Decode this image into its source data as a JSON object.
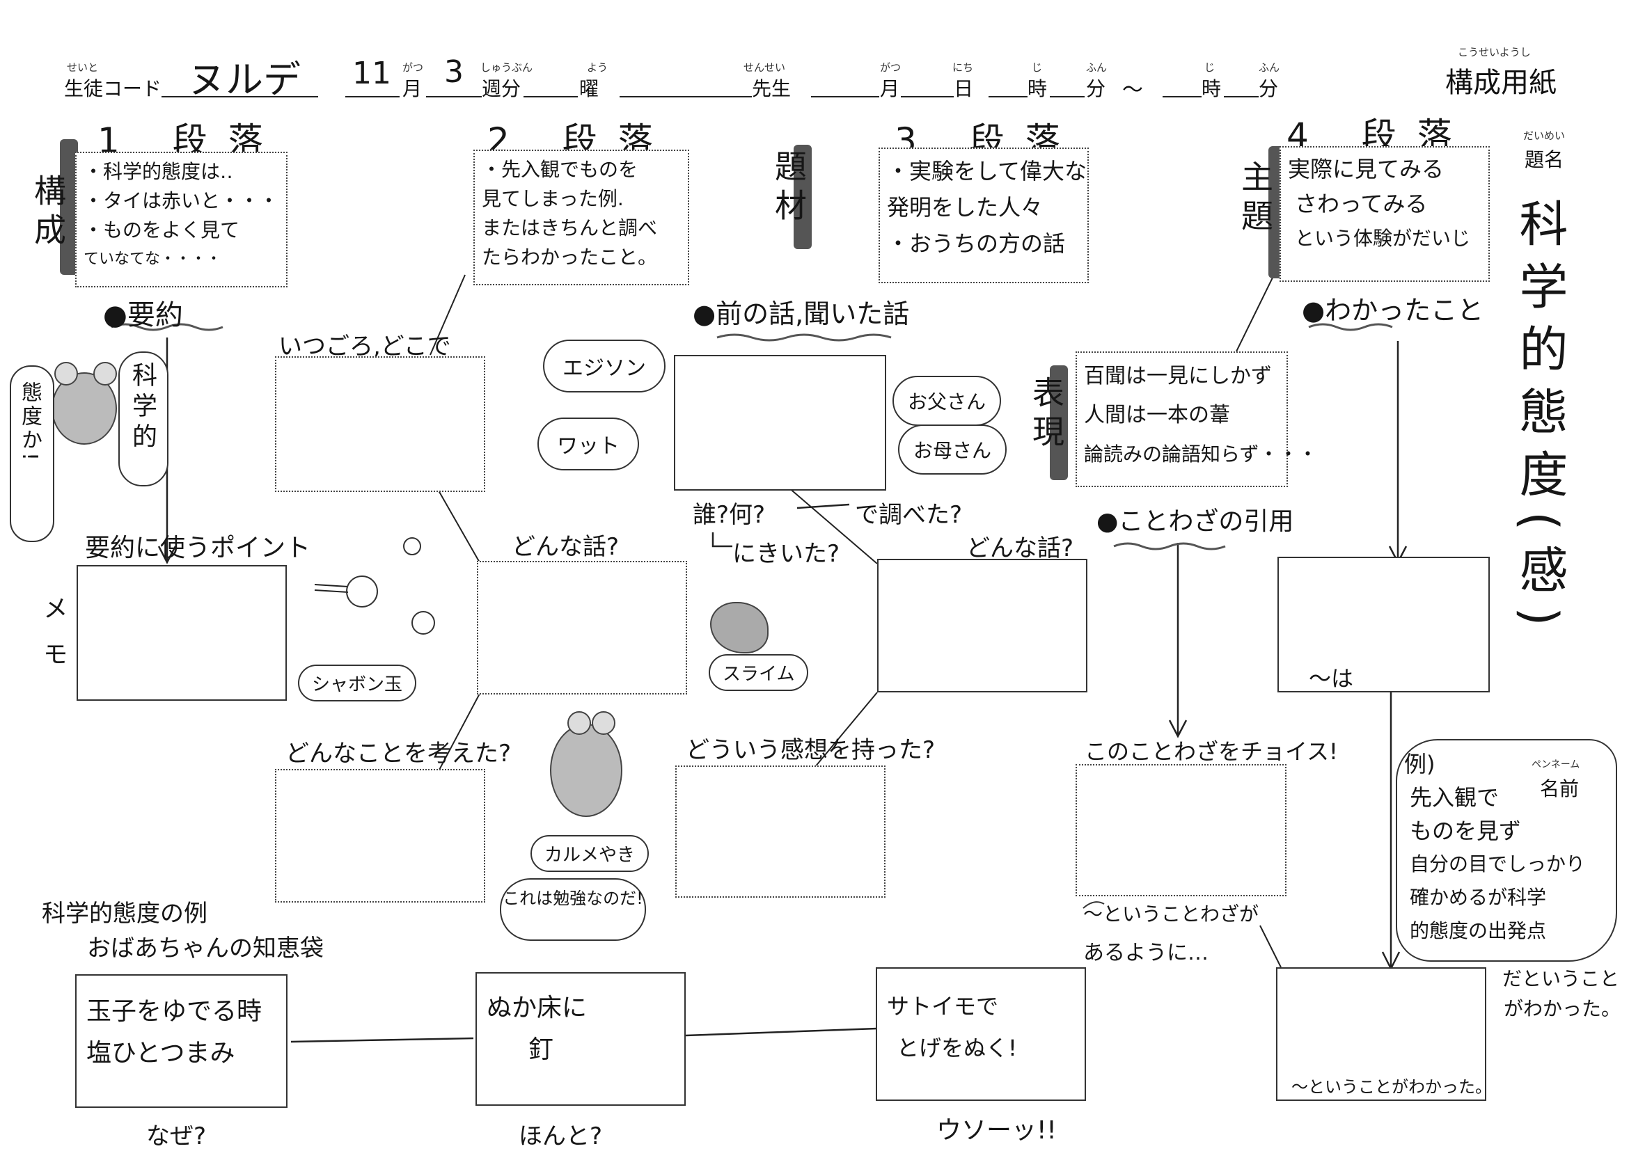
{
  "header": {
    "student_code_ruby": "せいと",
    "student_code_label": "生徒コード",
    "student_code_value": "ヌルデ",
    "month_value": "11",
    "month_ruby": "がつ",
    "month_label": "月",
    "week_value": "3",
    "week_ruby": "しゅうぶん",
    "week_label": "週分",
    "weekday_ruby": "よう",
    "weekday_label": "曜",
    "teacher_ruby": "せんせい",
    "teacher_label": "先生",
    "date_month_ruby": "がつ",
    "date_month_label": "月",
    "date_day_ruby": "にち",
    "date_day_label": "日",
    "hour_ruby": "じ",
    "hour_label": "時",
    "minute_ruby": "ふん",
    "minute_label": "分",
    "tilde": "～",
    "hour2_ruby": "じ",
    "hour2_label": "時",
    "minute2_ruby": "ふん",
    "minute2_label": "分",
    "sheet_title_ruby": "こうせいようし",
    "sheet_title": "構成用紙"
  },
  "title_area": {
    "title_ruby": "だいめい",
    "title_label": "題名",
    "title_text": "科学的態度(感)",
    "pen_name_ruby": "ペンネーム",
    "pen_name_label": "名前"
  },
  "paragraphs": [
    {
      "heading": "1 段落",
      "side_label": "構成",
      "notes": [
        "・科学的態度は‥",
        "・タイは赤いと・・・",
        "・ものをよく見て",
        "ていなてな・・・・"
      ]
    },
    {
      "heading": "2 段落",
      "notes": [
        "・先入観でものを",
        "見てしまった例.",
        "またはきちんと調べ",
        "たらわかったこと。"
      ]
    },
    {
      "heading": "3 段落",
      "side_label": "題材",
      "notes": [
        "・実験をして偉大な",
        "発明をした人々",
        "・おうちの方の話"
      ]
    },
    {
      "heading": "4 段落",
      "side_label": "主題",
      "notes": [
        "実際に見てみる",
        "さわってみる",
        "という体験がだいじ"
      ]
    }
  ],
  "expression": {
    "side_label": "表現",
    "notes": [
      "百聞は一見にしかず",
      "人間は一本の葦",
      "論読みの論語知らず・・・"
    ]
  },
  "col1": {
    "summary_label": "●要約",
    "frog_bubble": "科学的",
    "frog_side": "態度か!",
    "points_label": "要約に使うポイント",
    "memo_label": "メモ",
    "soap_label": "シャボン玉",
    "example_label_1": "科学的態度の例",
    "example_label_2": "おばあちゃんの知恵袋",
    "egg_notes": [
      "玉子をゆでる時",
      "塩ひとつまみ"
    ],
    "why": "なぜ?"
  },
  "col2": {
    "when_where": "いつごろ,どこで",
    "what_story": "どんな話?",
    "what_thought": "どんなことを考えた?",
    "karume_bubble": "カルメやき",
    "study_bubble": "これは勉強なのだ!",
    "nail_notes": [
      "ぬか床に",
      "釘"
    ],
    "really": "ほんと?"
  },
  "col3": {
    "heard_label": "●前の話,聞いた話",
    "edison": "エジソン",
    "watt": "ワット",
    "father": "お父さん",
    "mother": "お母さん",
    "who_what": "誰?何?",
    "investigated": "で調べた?",
    "heard": "にきいた?",
    "what_story": "どんな話?",
    "slime": "スライム",
    "impression": "どういう感想を持った?",
    "taro_notes": [
      "サトイモで",
      "とげをぬく!"
    ],
    "no_way": "ウソーッ!!"
  },
  "col4": {
    "proverb_label": "●ことわざの引用",
    "choice_label": "このことわざをチョイス!",
    "proverb_tail_1": "〜ということわざが",
    "proverb_tail_2": "あるように…",
    "learned_label": "●わかったこと",
    "wa_label": "〜は",
    "learned_tail": "〜ということがわかった。",
    "example_notes": [
      "例)",
      "先入観で",
      "ものを見ず",
      "自分の目でしっかり",
      "確かめるが科学",
      "的態度の出発点"
    ],
    "example_tail_1": "だということ",
    "example_tail_2": "がわかった。"
  }
}
